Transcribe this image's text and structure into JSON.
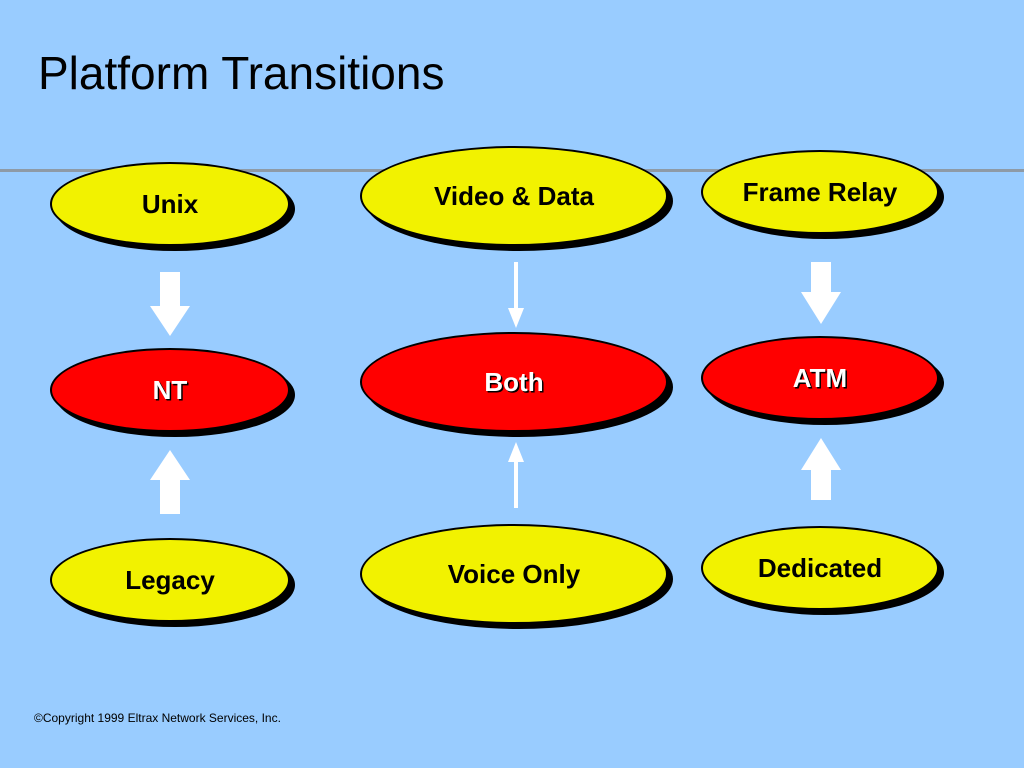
{
  "title": "Platform Transitions",
  "nodes": {
    "unix": "Unix",
    "nt": "NT",
    "legacy": "Legacy",
    "video_data": "Video & Data",
    "both": "Both",
    "voice_only": "Voice Only",
    "frame_relay": "Frame Relay",
    "atm": "ATM",
    "dedicated": "Dedicated"
  },
  "colors": {
    "background": "#99ccff",
    "origin_node": "#f2f200",
    "target_node": "#ff0000",
    "arrow": "#ffffff"
  },
  "footer": {
    "copyright_symbol": "©",
    "text": "Copyright 1999 Eltrax Network Services, Inc."
  }
}
